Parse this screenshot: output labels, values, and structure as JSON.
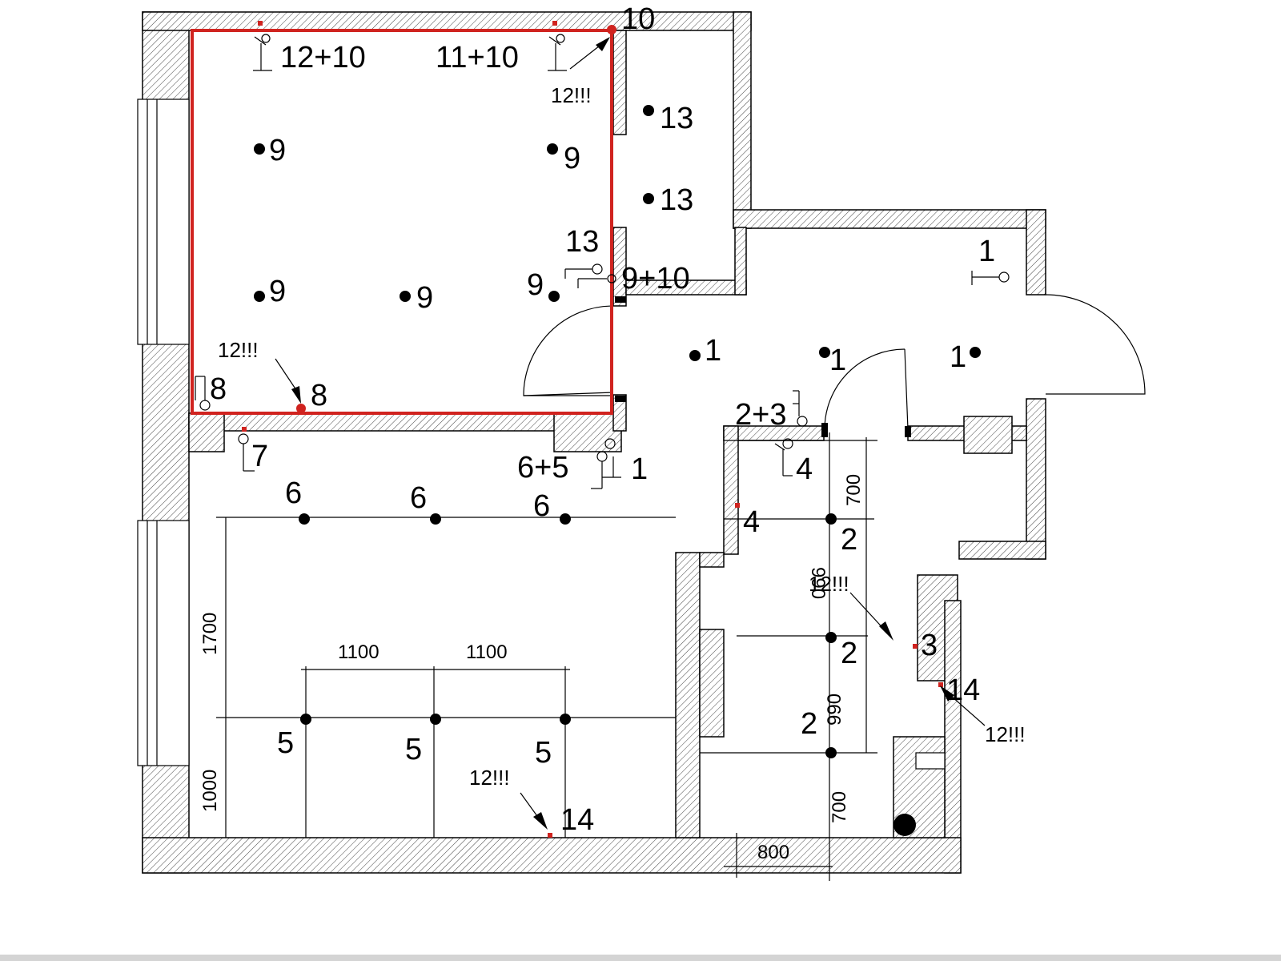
{
  "labels": {
    "top": "10",
    "b1210": "12+10",
    "b1110": "11+10",
    "n1": "12!!!",
    "n2": "12!!!",
    "n3": "12!!!",
    "n4": "12!!!",
    "n5": "12!!!",
    "l13a": "13",
    "l13b": "13",
    "l13c": "13",
    "l9a": "9",
    "l9b": "9",
    "l9c": "9",
    "l9d": "9",
    "l9e": "9",
    "l910": "9+10",
    "l8a": "8",
    "l8b": "8",
    "l7": "7",
    "l65": "6+5",
    "l1sw": "1",
    "l6a": "6",
    "l6b": "6",
    "l6c": "6",
    "l5a": "5",
    "l5b": "5",
    "l5c": "5",
    "l14a": "14",
    "l14b": "14",
    "l1a": "1",
    "l1b": "1",
    "l1c": "1",
    "l1d": "1",
    "l23": "2+3",
    "l4a": "4",
    "l4b": "4",
    "l2a": "2",
    "l2b": "2",
    "l2c": "2",
    "l3": "3"
  },
  "dimensions": {
    "d1700": "1700",
    "d1000": "1000",
    "d1100a": "1100",
    "d1100b": "1100",
    "d700a": "700",
    "d990a": "990",
    "d990b": "990",
    "d700b": "700",
    "d800": "800"
  },
  "colors": {
    "highlight": "#d0231f",
    "wall_hatch": "#000000"
  }
}
